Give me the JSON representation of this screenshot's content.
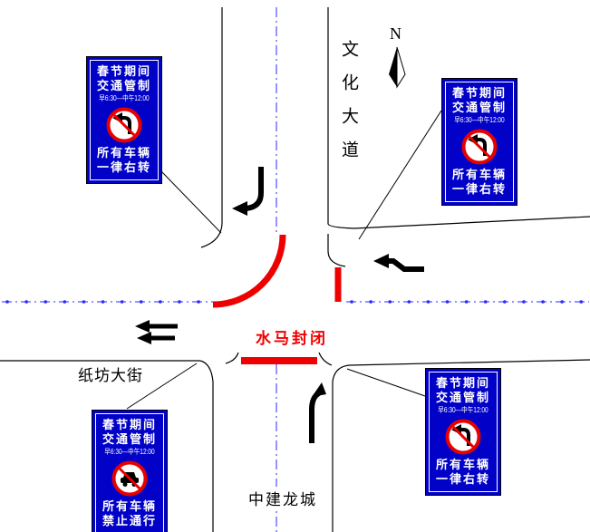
{
  "labels": {
    "north_road": "文化大道",
    "west_road": "纸坊大街",
    "south_road": "中建龙城",
    "closure": "水马封闭",
    "compass": "N"
  },
  "signs": {
    "top_left": {
      "title1": "春节期间",
      "title2": "交通管制",
      "time": "早6:30—中午12:00",
      "body1": "所有车辆",
      "body2": "一律右转",
      "icon": "no-left-turn"
    },
    "top_right": {
      "title1": "春节期间",
      "title2": "交通管制",
      "time": "早6:30—中午12:00",
      "body1": "所有车辆",
      "body2": "一律右转",
      "icon": "no-left-turn"
    },
    "bottom_right": {
      "title1": "春节期间",
      "title2": "交通管制",
      "time": "早6:30—中午12:00",
      "body1": "所有车辆",
      "body2": "一律右转",
      "icon": "no-left-turn"
    },
    "bottom_left": {
      "title1": "春节期间",
      "title2": "交通管制",
      "time": "早6:30—中午12:00",
      "body1": "所有车辆",
      "body2": "禁止通行",
      "icon": "no-vehicles"
    }
  },
  "colors": {
    "sign_blue": "#0101C8",
    "barrier_red": "#EE0000",
    "centerline_blue": "#2A2AFF",
    "road_line_black": "#000000",
    "closure_text_red": "#F00000"
  }
}
